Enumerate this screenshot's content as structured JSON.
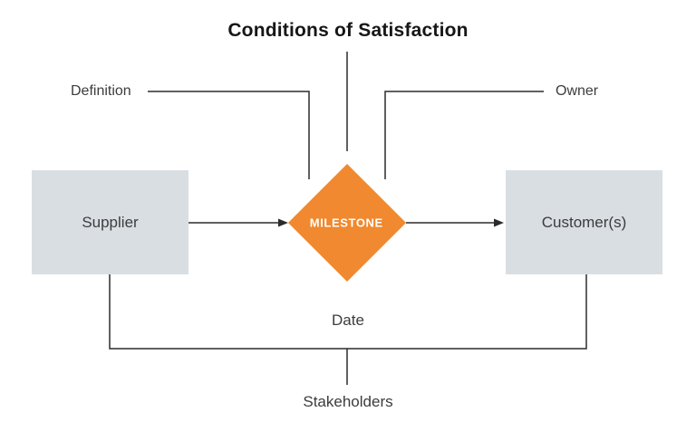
{
  "diagram": {
    "title": "Conditions of Satisfaction",
    "center_node": {
      "label": "MILESTONE",
      "shape": "diamond"
    },
    "nodes": {
      "supplier": {
        "label": "Supplier"
      },
      "customer": {
        "label": "Customer(s)"
      }
    },
    "annotations": {
      "definition": "Definition",
      "owner": "Owner",
      "date": "Date",
      "stakeholders": "Stakeholders"
    },
    "flow": [
      {
        "from": "Supplier",
        "to": "MILESTONE"
      },
      {
        "from": "MILESTONE",
        "to": "Customer(s)"
      }
    ],
    "colors": {
      "milestone_orange": "#F0892F",
      "node_box_gray": "#D9DEE3",
      "line_dark": "#2B2B2B",
      "label_text": "#3C3C3C",
      "title_text": "#161616",
      "milestone_text": "#FFFFFF"
    }
  }
}
